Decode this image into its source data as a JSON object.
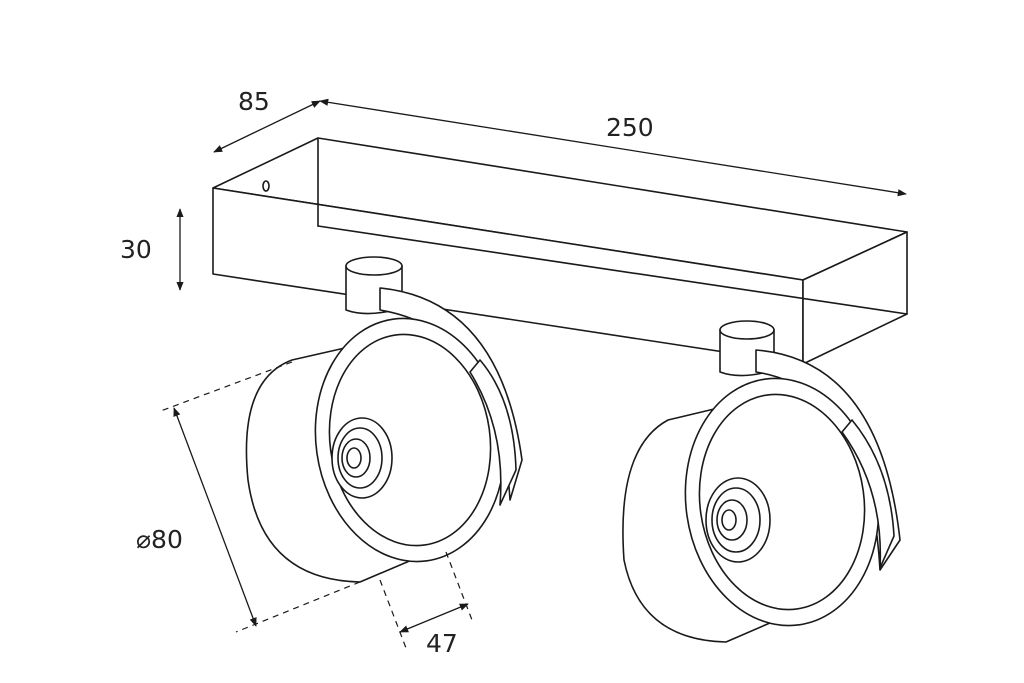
{
  "dimensions": {
    "depth": "85",
    "length": "250",
    "height": "30",
    "diameter": "⌀80",
    "head_depth": "47"
  },
  "colors": {
    "line": "#1a1a1a",
    "background": "#ffffff"
  }
}
